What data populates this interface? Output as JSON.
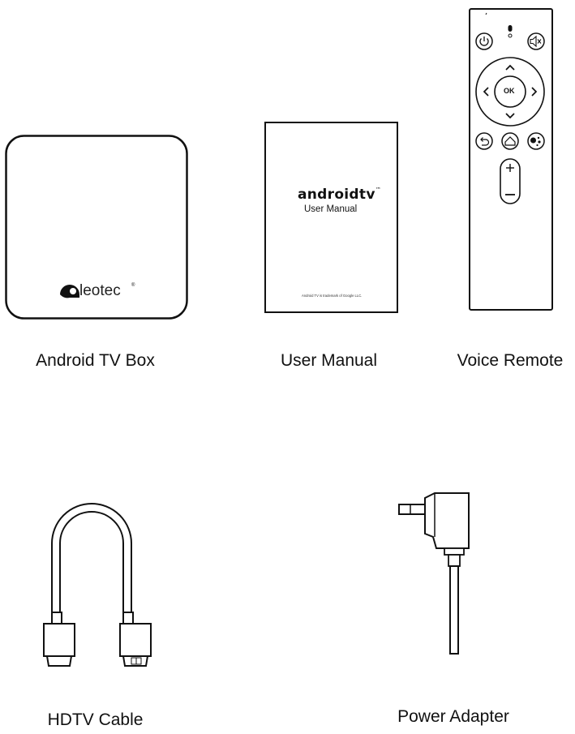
{
  "items": [
    {
      "caption": "Android TV Box",
      "brand": "leotec"
    },
    {
      "caption": "User Manual",
      "brand": "androidtv",
      "subtitle": "User Manual",
      "footer": "Android TV is trademark of Google LLC."
    },
    {
      "caption": "Voice Remote",
      "ok_label": "OK"
    },
    {
      "caption": "HDTV Cable"
    },
    {
      "caption": "Power Adapter"
    }
  ],
  "icons": [
    "power-icon",
    "mic-icon",
    "mute-icon",
    "arrow-up-icon",
    "arrow-down-icon",
    "arrow-left-icon",
    "arrow-right-icon",
    "back-icon",
    "home-icon",
    "assistant-icon",
    "plus-icon",
    "minus-icon"
  ]
}
